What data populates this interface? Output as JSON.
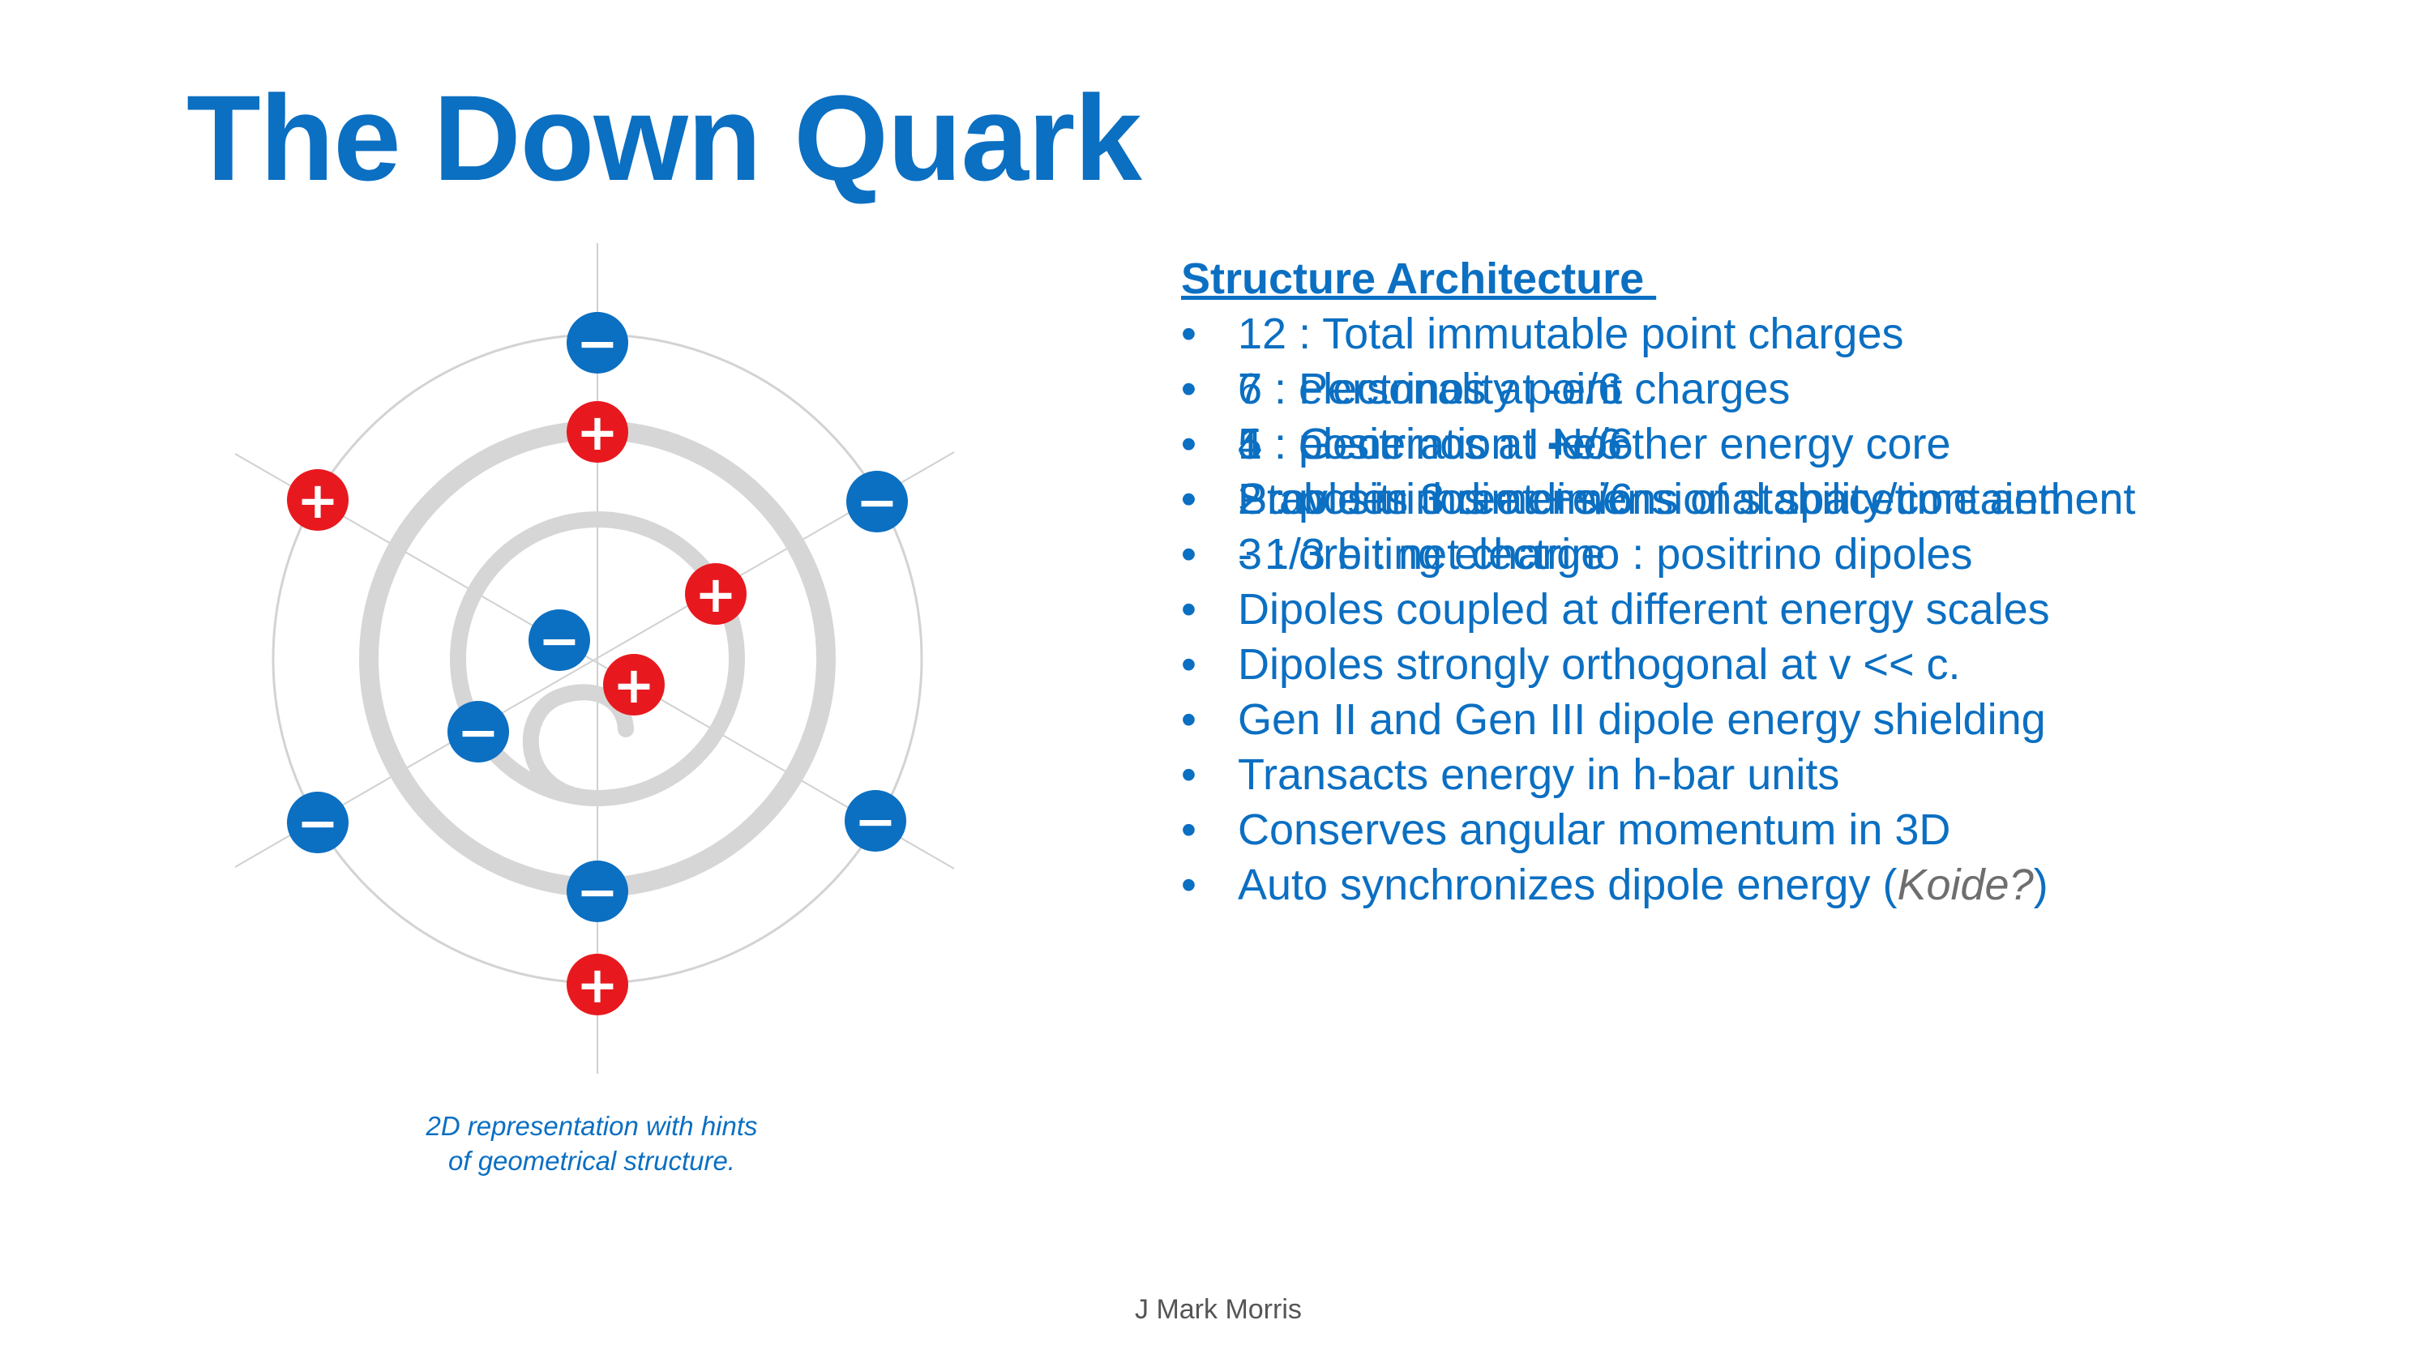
{
  "title": "The Down Quark",
  "caption": [
    "2D representation with hints",
    "of geometrical structure."
  ],
  "heading": "Structure Architecture ",
  "sections": [
    {
      "label": "12 : Total immutable point charges",
      "items": [
        "7 : electrinos at -e/6",
        "5 : positrinos at +e/6"
      ]
    },
    {
      "label": "6 : Personality point charges",
      "items": [
        "4 : electrinos at -e/6",
        "2 : positrinos at +e/6",
        "- 1/3 e : net charge"
      ]
    },
    {
      "label": "1 : Generation I Noether energy core",
      "items": [
        "Provides 3 dimensions of stability/containment",
        "3 : orbiting electrino : positrino dipoles",
        "Dipoles coupled at different energy scales",
        "Dipoles strongly orthogonal at v << c.",
        "Gen II and Gen III dipole energy shielding",
        "Transacts energy in h-bar units",
        "Conserves angular momentum in 3D"
      ],
      "last_item": {
        "prefix": "Auto synchronizes dipole energy (",
        "emphasis": "Koide?",
        "suffix": ")"
      }
    },
    {
      "label": "Stable in three dimensional spacetime aether",
      "items": []
    }
  ],
  "author": "J Mark Morris",
  "charge_symbols": {
    "negative": "−",
    "positive": "+"
  },
  "colors": {
    "title": "#0B6FC2",
    "negative_charge": "#0B6FC2",
    "positive_charge": "#E8191E",
    "ring": "#D6D6D6",
    "axis": "#D0D0D0"
  }
}
